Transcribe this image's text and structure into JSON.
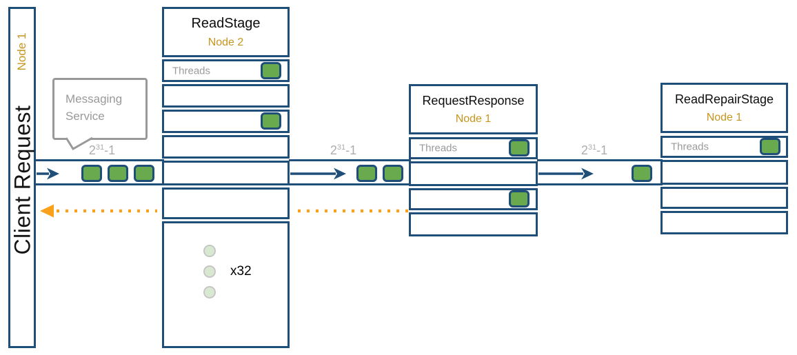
{
  "client_bar": {
    "label": "Client Request",
    "node": "Node 1"
  },
  "messaging_service": {
    "line1": "Messaging",
    "line2": "Service"
  },
  "queue_label": {
    "base": "2",
    "sup": "31",
    "rest": "-1"
  },
  "stages": [
    {
      "title": "ReadStage",
      "node": "Node 2",
      "threads_label": "Threads",
      "thread_multiplier": "x32"
    },
    {
      "title": "RequestResponse",
      "node": "Node 1",
      "threads_label": "Threads"
    },
    {
      "title": "ReadRepairStage",
      "node": "Node 1",
      "threads_label": "Threads"
    }
  ],
  "colors": {
    "accent_blue": "#1f4e79",
    "token_green": "#6aaa4f",
    "node_orange": "#c7951c",
    "return_arrow_orange": "#f9a11b",
    "muted_gray": "#999999"
  }
}
